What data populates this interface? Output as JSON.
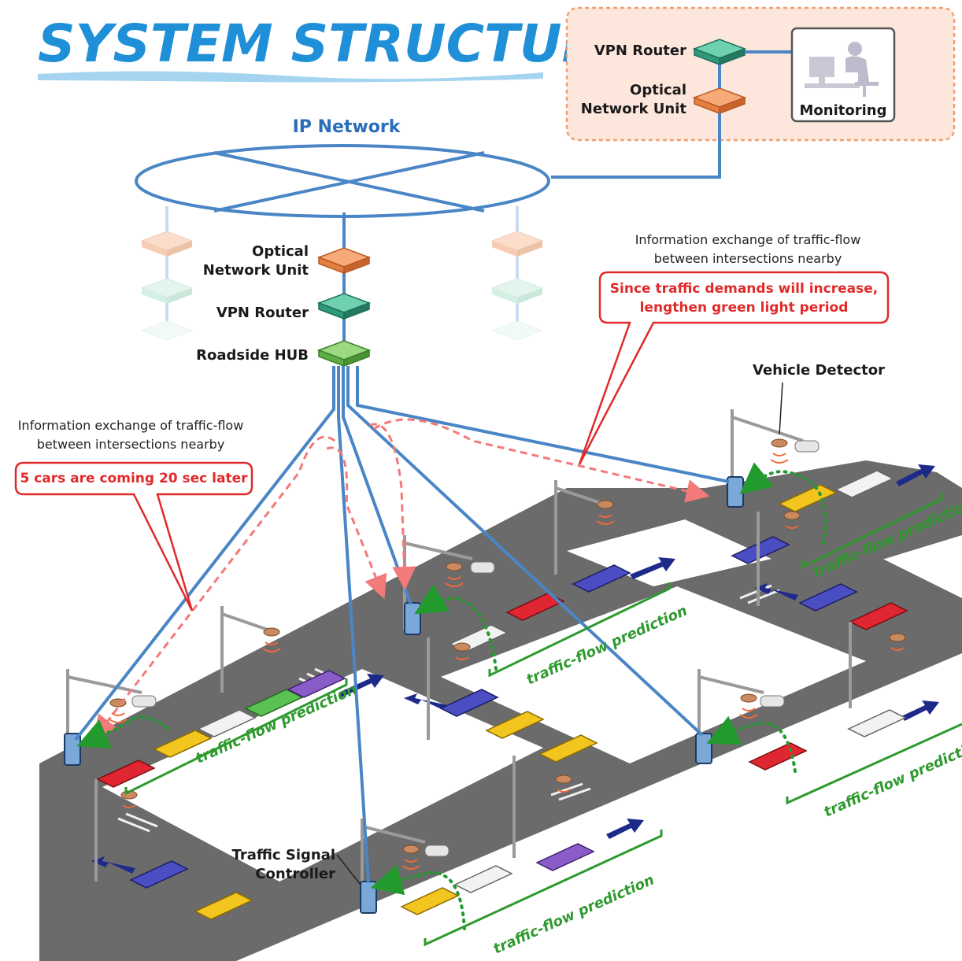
{
  "title": "SYSTEM STRUCTURE",
  "ip_network": "IP Network",
  "monitoring_center": {
    "vpn_router": "VPN Router",
    "onu_line1": "Optical",
    "onu_line2": "Network Unit",
    "monitoring": "Monitoring"
  },
  "hub_stack": {
    "onu_line1": "Optical",
    "onu_line2": "Network Unit",
    "vpn_router": "VPN Router",
    "roadside_hub": "Roadside HUB"
  },
  "info_exchange_right": {
    "line1": "Information exchange of traffic-flow",
    "line2": "between intersections nearby",
    "callout_line1": "Since traffic demands will increase,",
    "callout_line2": "lengthen green light period"
  },
  "info_exchange_left": {
    "line1": "Information exchange of traffic-flow",
    "line2": "between intersections nearby",
    "callout": "5 cars are coming 20 sec later"
  },
  "vehicle_detector": "Vehicle Detector",
  "traffic_signal_controller_line1": "Traffic Signal",
  "traffic_signal_controller_line2": "Controller",
  "prediction_label": "traffic-flow prediction",
  "colors": {
    "title": "#1f8fd8",
    "network_line": "#4a86c5",
    "callout_red": "#e02a2a",
    "prediction_green": "#2e9a2e",
    "road": "#6b6b6b",
    "onu": "#f08a4b",
    "vpn_router": "#3aa88a",
    "hub": "#6cbf58",
    "monitoring_panel": "#fde6dc"
  }
}
